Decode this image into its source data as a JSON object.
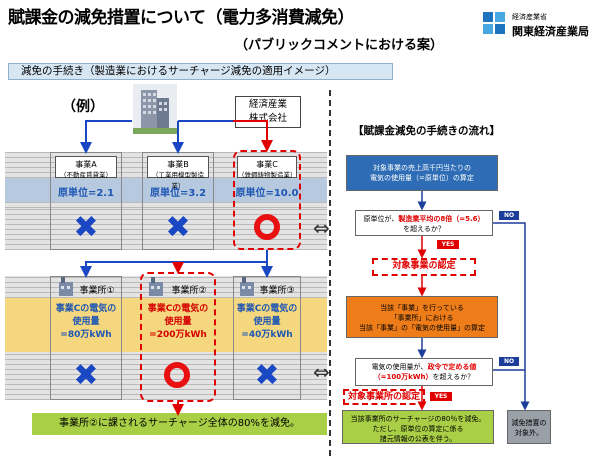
{
  "title": "賦課金の減免措置について（電力多消費減免）",
  "subtitle": "（パブリックコメントにおける案）",
  "logo": {
    "line1": "経済産業省",
    "line2": "関東経済産業局"
  },
  "banner": "減免の手続き（製造業におけるサーチャージ減免の適用イメージ）",
  "example_label": "（例）",
  "company": {
    "line1": "経済産業",
    "line2": "株式会社"
  },
  "flow_title": "【賦課金減免の手続きの流れ】",
  "businesses": [
    {
      "name": "事業A",
      "type": "（不動産賃貸業）",
      "value": "原単位=2.1",
      "result": "x"
    },
    {
      "name": "事業B",
      "type": "（工業用模型製造業）",
      "value": "原単位=3.2",
      "result": "x"
    },
    {
      "name": "事業C",
      "type": "（鉄鋼鋳物製造業）",
      "value": "原単位=10.0",
      "result": "o"
    }
  ],
  "sites": [
    {
      "name": "事業所①",
      "line1": "事業Cの電気の",
      "line2": "使用量",
      "line3": "=80万kWh",
      "result": "x"
    },
    {
      "name": "事業所②",
      "line1": "事業Cの電気の",
      "line2": "使用量",
      "line3": "=200万kWh",
      "result": "o"
    },
    {
      "name": "事業所③",
      "line1": "事業Cの電気の",
      "line2": "使用量",
      "line3": "=40万kWh",
      "result": "x"
    }
  ],
  "bottom_note": "事業所②に課されるサーチャージ全体の80%を減免。",
  "flow": {
    "step1": {
      "line1": "対象事業の売上高千円当たりの",
      "line2": "電気の使用量（=原単位）の算定"
    },
    "q1": {
      "prefix": "原単位が、",
      "highlight": "製造業平均の8倍（=5.6）",
      "suffix": "を超えるか？"
    },
    "yes1": "YES",
    "no1": "NO",
    "cert1": "対象事業の認定",
    "step2": {
      "line1": "当該「事業」を行っている",
      "line2": "「事業所」における",
      "line3": "当該「事業」の「電気の使用量」の算定"
    },
    "q2": {
      "prefix": "電気の使用量が、",
      "highlight": "政令で定める値",
      "line2_highlight": "（=100万kWh）",
      "line2_suffix": "を超えるか？"
    },
    "yes2": "YES",
    "no2": "NO",
    "cert2": "対象事業所の認定",
    "result_ok": {
      "line1": "当該事業所のサーチャージの80％を減免。",
      "line2": "ただし、原単位の算定に係る",
      "line3": "諸元情報の公表を伴う。"
    },
    "result_ng": {
      "line1": "減免措置の",
      "line2": "対象外。"
    }
  },
  "colors": {
    "blue_mark": "#1a48c4",
    "red_mark": "#e81010",
    "orange": "#ee7d19",
    "green": "#a8cf45",
    "navy": "#1c3d9a"
  }
}
